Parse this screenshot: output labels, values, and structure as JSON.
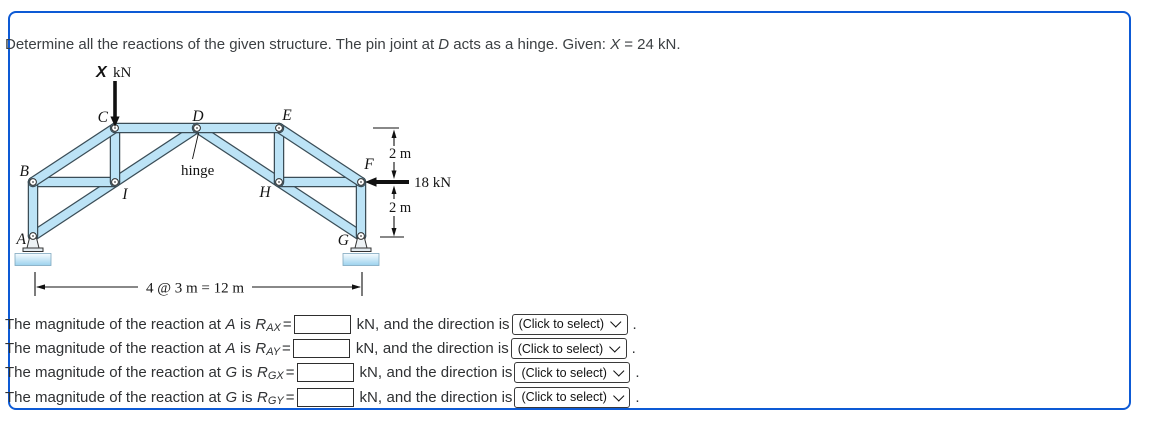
{
  "problem": {
    "statement_p1": "Determine all the reactions of the given structure. The pin joint at ",
    "statement_d": "D",
    "statement_p2": " acts as a hinge. Given: ",
    "statement_x": "X",
    "statement_p3": " = 24 kN."
  },
  "diagram": {
    "load_value_label": "X",
    "load_unit_label": "kN",
    "force_label": "18 kN",
    "hinge_label": "hinge",
    "dim_right_top": "2 m",
    "dim_right_bottom": "2 m",
    "dim_bottom": "4 @ 3 m = 12 m",
    "joints": {
      "A": "A",
      "B": "B",
      "C": "C",
      "D": "D",
      "E": "E",
      "F": "F",
      "G": "G",
      "H": "H",
      "I": "I"
    }
  },
  "questions": {
    "rows": [
      {
        "prefix": "The magnitude of the reaction at",
        "point": "A",
        "mid": "is",
        "rsym": "R",
        "rsub": "AX",
        "eq": "=",
        "unit": "kN,",
        "tail": "and the direction is",
        "select_label": "(Click to select)",
        "period": "."
      },
      {
        "prefix": "The magnitude of the reaction at",
        "point": "A",
        "mid": "is",
        "rsym": "R",
        "rsub": "AY",
        "eq": "=",
        "unit": "kN,",
        "tail": "and the direction is",
        "select_label": "(Click to select)",
        "period": "."
      },
      {
        "prefix": "The magnitude of the reaction at",
        "point": "G",
        "mid": "is",
        "rsym": "R",
        "rsub": "GX",
        "eq": "=",
        "unit": "kN,",
        "tail": "and the direction is",
        "select_label": "(Click to select)",
        "period": "."
      },
      {
        "prefix": "The magnitude of the reaction at",
        "point": "G",
        "mid": "is",
        "rsym": "R",
        "rsub": "GY",
        "eq": "=",
        "unit": "kN,",
        "tail": "and the direction is",
        "select_label": "(Click to select)",
        "period": "."
      }
    ]
  },
  "colors": {
    "card_border": "#0d5ad5",
    "member_fill": "#bce3f6",
    "member_outline": "#3a4d57",
    "ground_blue": "#9cd2ee",
    "ink": "#141414"
  }
}
